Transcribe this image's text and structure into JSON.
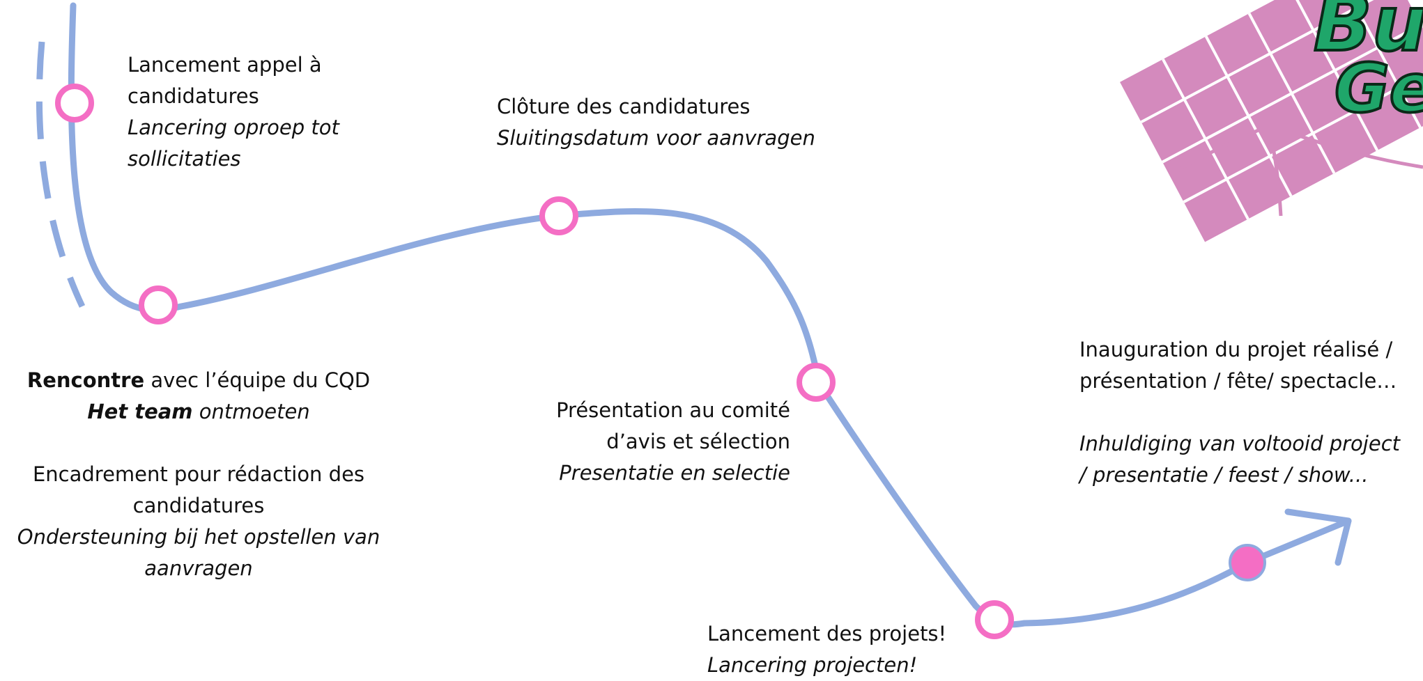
{
  "colors": {
    "path": "#8eaadf",
    "milestone": "#f46ec4",
    "logo_fill": "#d48abd",
    "logo_letters": "#1fa66a"
  },
  "logo": {
    "letters_top": "Bu",
    "letters_bottom": "Ge"
  },
  "milestones": [
    {
      "id": "launch-call",
      "fr": [
        "Lancement appel à",
        "candidatures"
      ],
      "nl": [
        "Lancering oproep tot",
        "sollicitaties"
      ]
    },
    {
      "id": "meeting",
      "fr_bold": "Rencontre",
      "fr_rest": " avec l’équipe du CQD",
      "nl_bold": "Het team",
      "nl_rest": " ontmoeten",
      "support_fr": [
        "Encadrement pour rédaction des",
        "candidatures"
      ],
      "support_nl": [
        "Ondersteuning bij het opstellen van",
        "aanvragen"
      ]
    },
    {
      "id": "closing",
      "fr": [
        "Clôture des candidatures"
      ],
      "nl": [
        "Sluitingsdatum voor aanvragen"
      ]
    },
    {
      "id": "presentation",
      "fr": [
        "Présentation au comité",
        "d’avis et sélection"
      ],
      "nl": [
        "Presentatie en selectie"
      ]
    },
    {
      "id": "project-launch",
      "fr": [
        "Lancement des projets!"
      ],
      "nl": [
        "Lancering projecten!"
      ]
    },
    {
      "id": "inauguration",
      "fr": [
        "Inauguration du projet réalisé /",
        "présentation / fête/ spectacle…"
      ],
      "nl": [
        "Inhuldiging van voltooid project",
        "/ presentatie / feest / show..."
      ]
    }
  ]
}
